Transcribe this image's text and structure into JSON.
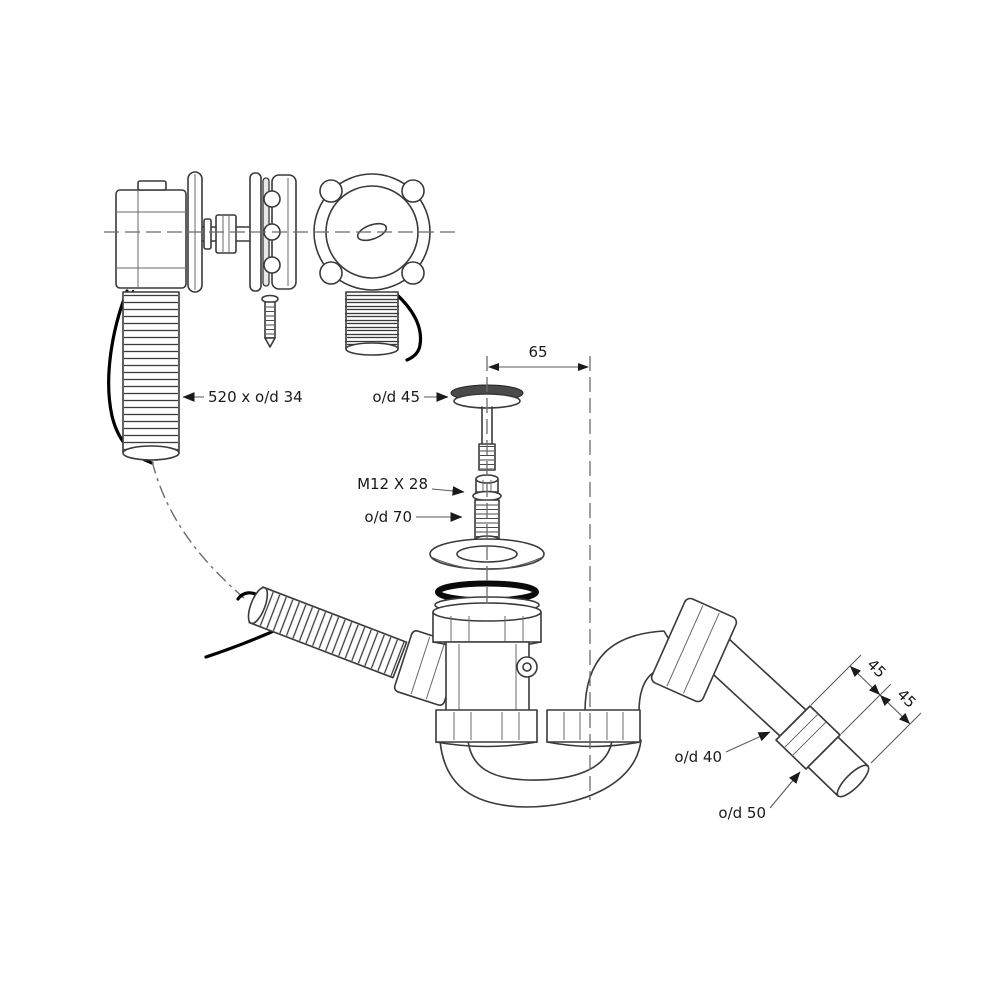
{
  "labels": {
    "overflow_hose": "520 x o/d 34",
    "dim_width": "65",
    "plug_od": "o/d 45",
    "bolt_spec": "M12 X 28",
    "flange_od": "o/d 70",
    "dim_tail_a": "45",
    "dim_tail_b": "45",
    "outlet_od": "o/d 40",
    "end_od": "o/d 50"
  },
  "colors": {
    "line": "#3a3a3a",
    "wire": "#000000",
    "centerline": "#6b6b6b",
    "background": "#ffffff"
  }
}
